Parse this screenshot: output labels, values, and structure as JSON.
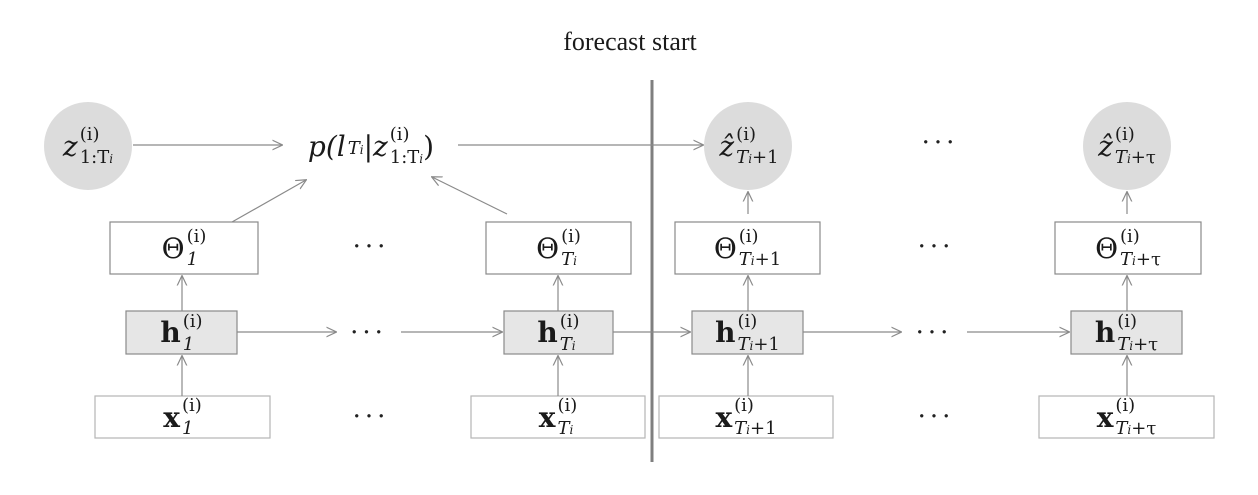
{
  "title": "forecast start",
  "labels": {
    "z_obs": {
      "base": "z",
      "sup": "(i)",
      "sub": "1:T",
      "subsub": "i"
    },
    "likelihood": {
      "text": "p(l",
      "sub_T": "T",
      "sub_i": "i",
      "bar": "|z",
      "sup": "(i)",
      "range": "1:T",
      "range_i": "i",
      "close": ")"
    },
    "z_hat_1": {
      "base": "ẑ",
      "sup": "(i)",
      "sub": "T",
      "subsub": "i",
      "tail": "+1"
    },
    "z_hat_tau": {
      "base": "ẑ",
      "sup": "(i)",
      "sub": "T",
      "subsub": "i",
      "tail": "+τ"
    },
    "theta_1": {
      "base": "Θ",
      "sup": "(i)",
      "sub": "1"
    },
    "theta_T": {
      "base": "Θ",
      "sup": "(i)",
      "sub": "T",
      "subsub": "i"
    },
    "theta_T1": {
      "base": "Θ",
      "sup": "(i)",
      "sub": "T",
      "subsub": "i",
      "tail": "+1"
    },
    "theta_Ttau": {
      "base": "Θ",
      "sup": "(i)",
      "sub": "T",
      "subsub": "i",
      "tail": "+τ"
    },
    "h_1": {
      "base": "h",
      "sup": "(i)",
      "sub": "1"
    },
    "h_T": {
      "base": "h",
      "sup": "(i)",
      "sub": "T",
      "subsub": "i"
    },
    "h_T1": {
      "base": "h",
      "sup": "(i)",
      "sub": "T",
      "subsub": "i",
      "tail": "+1"
    },
    "h_Ttau": {
      "base": "h",
      "sup": "(i)",
      "sub": "T",
      "subsub": "i",
      "tail": "+τ"
    },
    "x_1": {
      "base": "x",
      "sup": "(i)",
      "sub": "1"
    },
    "x_T": {
      "base": "x",
      "sup": "(i)",
      "sub": "T",
      "subsub": "i"
    },
    "x_T1": {
      "base": "x",
      "sup": "(i)",
      "sub": "T",
      "subsub": "i",
      "tail": "+1"
    },
    "x_Ttau": {
      "base": "x",
      "sup": "(i)",
      "sub": "T",
      "subsub": "i",
      "tail": "+τ"
    }
  },
  "ellipsis": "···",
  "colors": {
    "circle_fill": "#dcdcdc",
    "h_fill": "#e6e6e6",
    "box_stroke": "#8a8a8a",
    "x_stroke": "#b5b5b5",
    "arrow": "#8a8a8a",
    "divider": "#7f7f7f"
  }
}
